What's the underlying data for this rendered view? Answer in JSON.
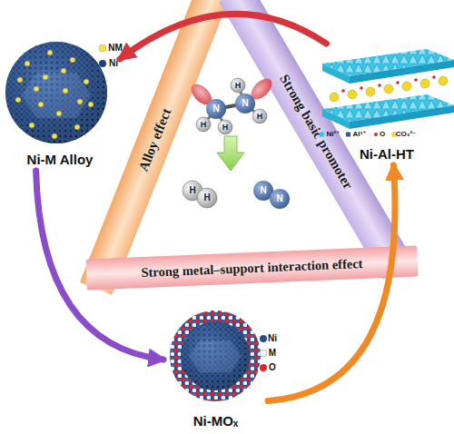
{
  "diagram": {
    "nodes": [
      {
        "text": [
          "Ni-M Alloy"
        ]
      },
      {
        "text": [
          "Alloy effect"
        ]
      },
      {
        "text": [
          "Strong basic promoter"
        ]
      },
      {
        "text": [
          "Ni-Al-HT"
        ]
      },
      {
        "text": [
          "Strong metal–support interaction effect"
        ]
      },
      {
        "text": [
          "Ni-MOₓ"
        ]
      }
    ],
    "edges": [
      {
        "from": 3,
        "to": 0,
        "arrow": "to"
      },
      {
        "from": 0,
        "to": 5,
        "arrow": "to"
      },
      {
        "from": 5,
        "to": 3,
        "arrow": "to"
      }
    ],
    "labels": [
      "NM",
      "Ni",
      "Ni²⁺",
      "Al³⁺",
      "O",
      "CO₃²⁻",
      "H",
      "H",
      "H",
      "H",
      "N",
      "N",
      "H",
      "H",
      "N",
      "N",
      "Ni",
      "M",
      "O"
    ]
  }
}
